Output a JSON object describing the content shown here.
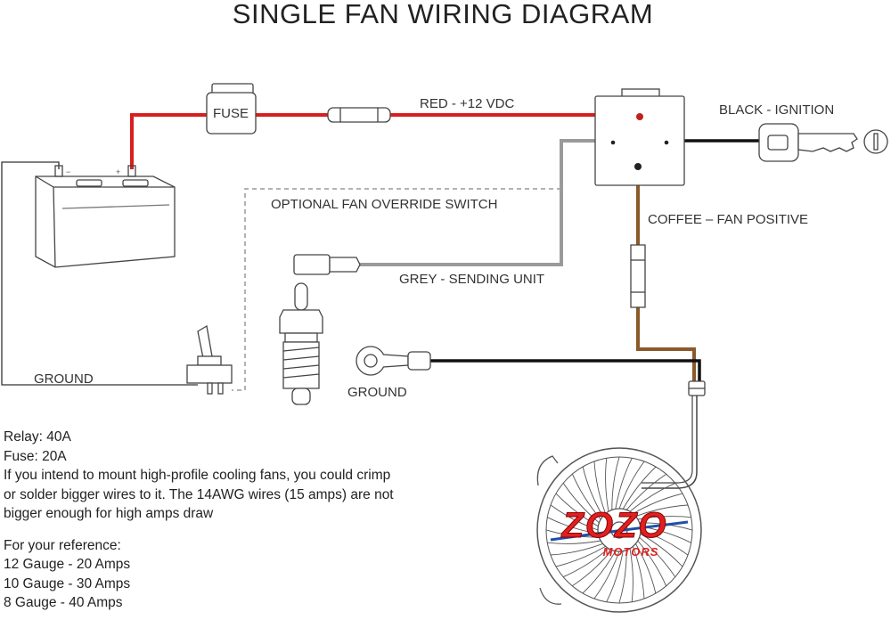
{
  "title": "SINGLE FAN WIRING DIAGRAM",
  "components": {
    "fuse": "FUSE",
    "override_switch": "OPTIONAL FAN OVERRIDE SWITCH"
  },
  "wires": {
    "red": "RED - +12 VDC",
    "black": "BLACK - IGNITION",
    "coffee": "COFFEE – FAN POSITIVE",
    "grey": "GREY - SENDING UNIT",
    "ground_left": "GROUND",
    "ground_right": "GROUND"
  },
  "logo": {
    "main": "ZOZO",
    "sub": "MOTORS"
  },
  "specs": {
    "relay": "Relay: 40A",
    "fuse": "Fuse: 20A",
    "note_lines": [
      "If you intend to mount high-profile cooling fans, you could crimp",
      "or solder bigger wires to it. The 14AWG wires (15 amps) are not",
      "bigger enough for high amps draw"
    ],
    "reference_title": "For your reference:",
    "gauges": [
      "12 Gauge - 20 Amps",
      "10 Gauge - 30 Amps",
      "8 Gauge - 40 Amps"
    ]
  },
  "colors": {
    "red_wire": "#d81e1e",
    "black_wire": "#111111",
    "coffee_wire": "#8a5a2b",
    "grey_wire": "#9a9a9a",
    "red_label": "#c0392b",
    "coffee_label": "#8a5a2b",
    "grey_label": "#888888",
    "logo_red": "#e02020",
    "logo_blue": "#1f4fa8"
  }
}
